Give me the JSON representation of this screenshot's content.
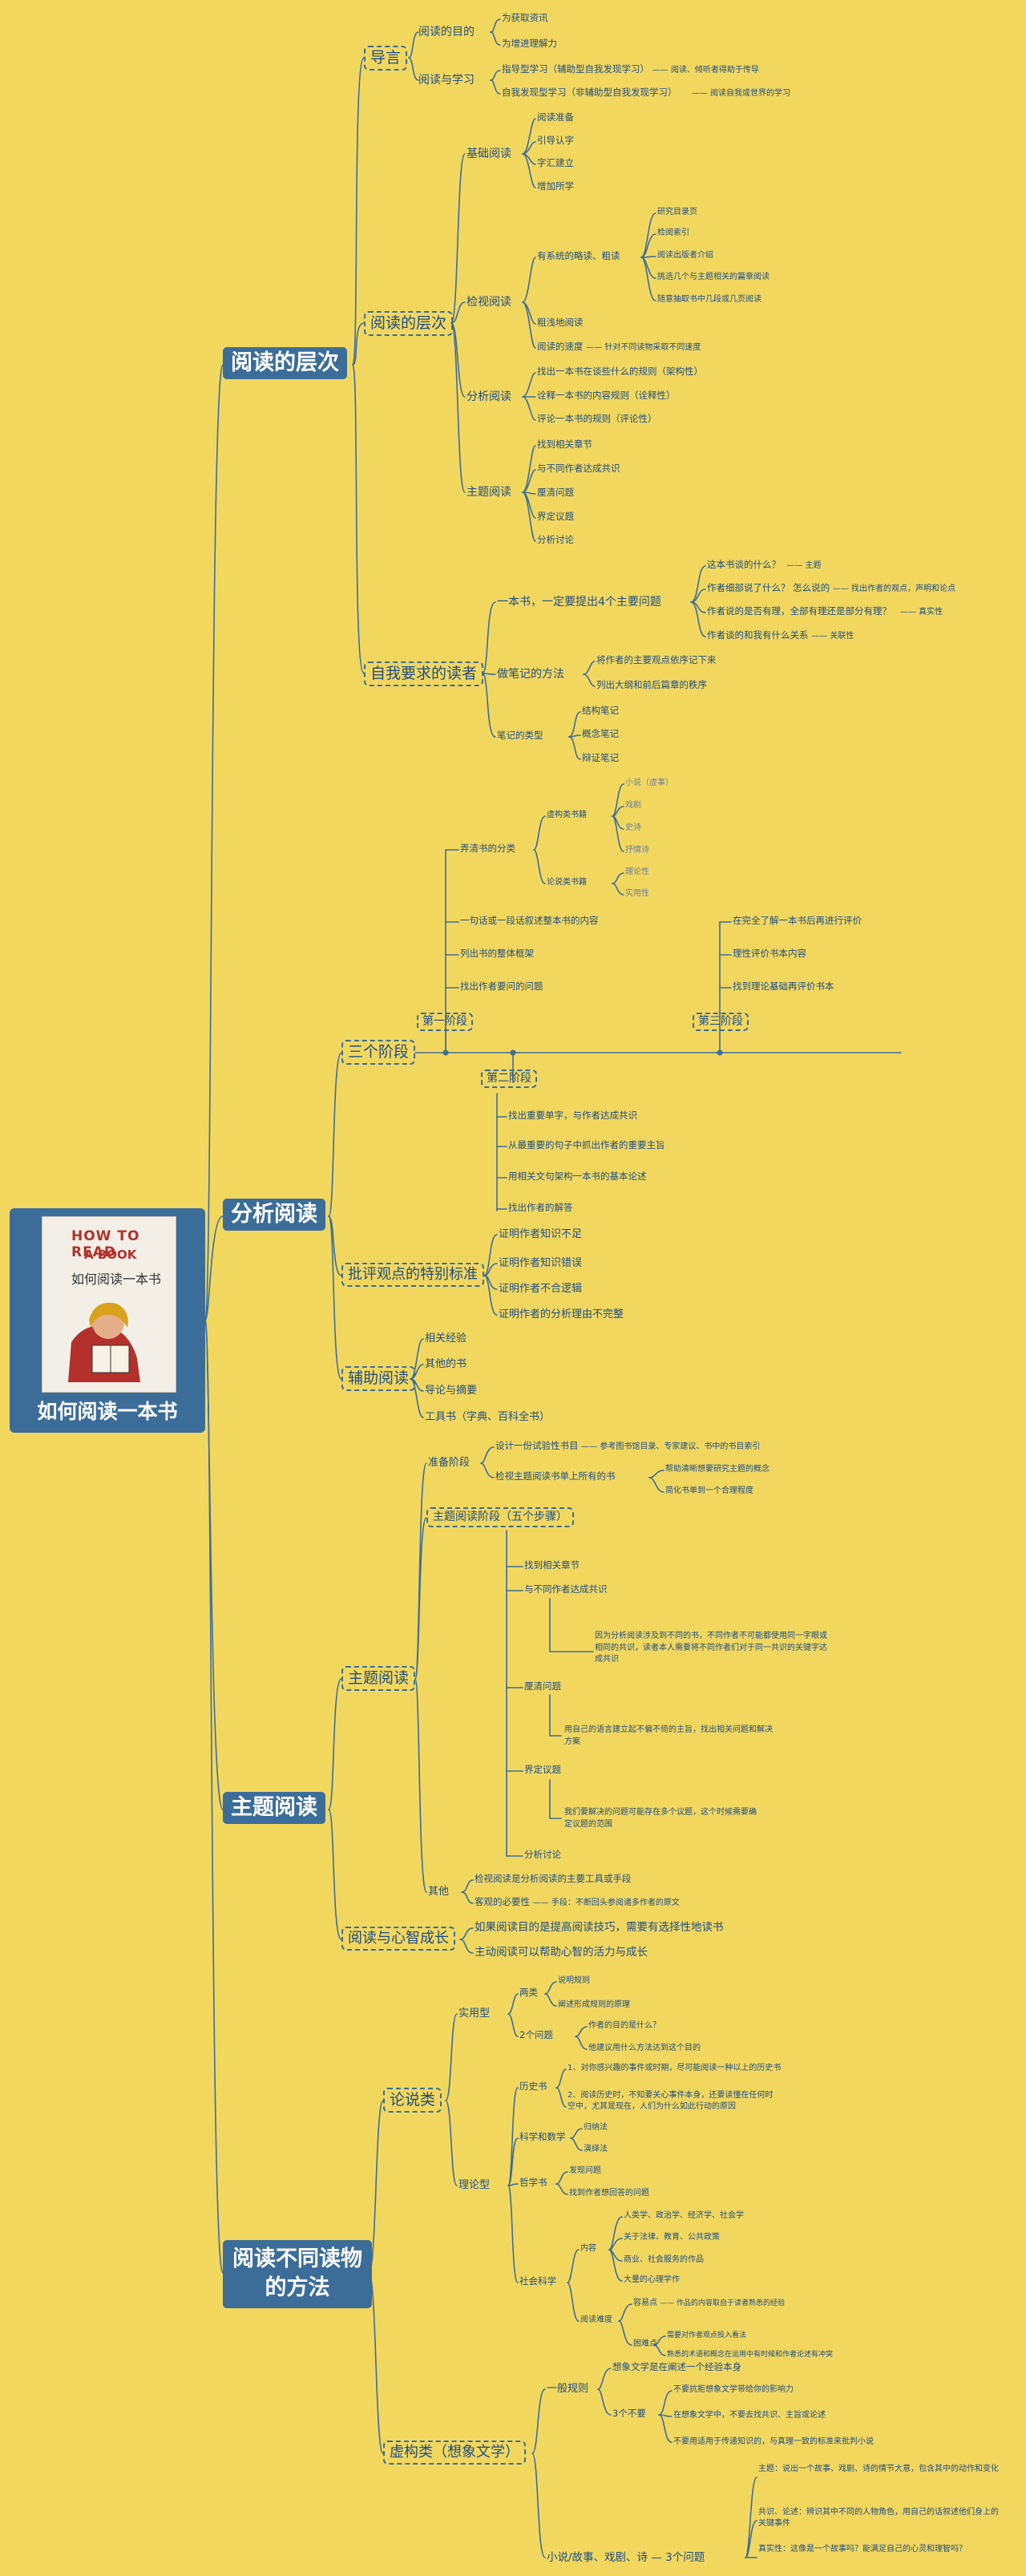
{
  "root": {
    "title": "如何阅读一本书",
    "cover_title_en_1": "HOW TO READ",
    "cover_title_en_2": "A BOOK",
    "cover_title_zh": "如何阅读一本书"
  },
  "colors": {
    "background": "#f2d75f",
    "node_fill": "#3c6d99",
    "line": "#3c6d99",
    "text": "#1d4d86"
  },
  "s1": {
    "title": "阅读的层次",
    "daoyan": "导言",
    "mudi": "阅读的目的",
    "mudi_1": "为获取资讯",
    "mudi_2": "为增进理解力",
    "xuexi": "阅读与学习",
    "xuexi_1": "指导型学习（辅助型自我发现学习）",
    "xuexi_1n": "—— 阅读、倾听者得助于传导",
    "xuexi_2": "自我发现型学习（非辅助型自我发现学习）",
    "xuexi_2n": "—— 阅读自我或世界的学习",
    "cengci": "阅读的层次",
    "jichu": "基础阅读",
    "jichu_1": "阅读准备",
    "jichu_2": "引导认字",
    "jichu_3": "字汇建立",
    "jichu_4": "增加所学",
    "jianshi": "检视阅读",
    "xitong": "有系统的略读、粗读",
    "xitong_1": "研究目录页",
    "xitong_2": "检阅索引",
    "xitong_3": "阅读出版者介绍",
    "xitong_4": "挑选几个与主题相关的篇章阅读",
    "xitong_5": "随意抽取书中几段或几页阅读",
    "culue": "粗浅地阅读",
    "sudu": "阅读的速度",
    "sudu_n": "—— 针对不同读物采取不同速度",
    "fenxi": "分析阅读",
    "fenxi_1": "找出一本书在谈些什么的规则（架构性）",
    "fenxi_2": "诠释一本书的内容规则（诠释性）",
    "fenxi_3": "评论一本书的规则（评论性）",
    "zhuti": "主题阅读",
    "zhuti_1": "找到相关章节",
    "zhuti_2": "与不同作者达成共识",
    "zhuti_3": "厘清问题",
    "zhuti_4": "界定议题",
    "zhuti_5": "分析讨论",
    "ziwo": "自我要求的读者",
    "wenti": "一本书，一定要提出4个主要问题",
    "wenti_1": "这本书谈的什么？",
    "wenti_1n": "—— 主题",
    "wenti_2": "作者细部说了什么？ 怎么说的",
    "wenti_2n": "—— 找出作者的观点，声明和论点",
    "wenti_3": "作者说的是否有理，全部有理还是部分有理？",
    "wenti_3n": "—— 真实性",
    "wenti_4": "作者谈的和我有什么关系",
    "wenti_4n": "—— 关联性",
    "biji": "做笔记的方法",
    "biji_1": "将作者的主要观点依序记下来",
    "biji_2": "列出大纲和前后篇章的秩序",
    "leixing": "笔记的类型",
    "leixing_1": "结构笔记",
    "leixing_2": "概念笔记",
    "leixing_3": "辩证笔记"
  },
  "s2": {
    "title": "分析阅读",
    "sange": "三个阶段",
    "stage1": "第一阶段",
    "stage2": "第二阶段",
    "stage3": "第三阶段",
    "fenlei": "弄清书的分类",
    "xugou": "虚构类书籍",
    "xugou_1": "小说（虚事）",
    "xugou_2": "戏剧",
    "xugou_3": "史诗",
    "xugou_4": "抒情诗",
    "lunshuo": "论说类书籍",
    "lunshuo_1": "理论性",
    "lunshuo_2": "实用性",
    "s1_2": "一句话或一段话叙述整本书的内容",
    "s1_3": "列出书的整体框架",
    "s1_4": "找出作者要问的问题",
    "s3_1": "在完全了解一本书后再进行评价",
    "s3_2": "理性评价书本内容",
    "s3_3": "找到理论基础再评价书本",
    "s2_1": "找出重要单字，与作者达成共识",
    "s2_2": "从最重要的句子中抓出作者的重要主旨",
    "s2_3": "用相关文句架构一本书的基本论述",
    "s2_4": "找出作者的解答",
    "pipan": "批评观点的特别标准",
    "pipan_1": "证明作者知识不足",
    "pipan_2": "证明作者知识错误",
    "pipan_3": "证明作者不合逻辑",
    "pipan_4": "证明作者的分析理由不完整",
    "fuzhu": "辅助阅读",
    "fuzhu_1": "相关经验",
    "fuzhu_2": "其他的书",
    "fuzhu_3": "导论与摘要",
    "fuzhu_4": "工具书（字典、百科全书）"
  },
  "s3": {
    "title": "主题阅读",
    "zhuti": "主题阅读",
    "zhunbei": "准备阶段",
    "zhunbei_1": "设计一份试验性书目",
    "zhunbei_1n": "—— 参考图书馆目录、专家建议、书中的书目索引",
    "zhunbei_2": "检视主题阅读书单上所有的书",
    "zhunbei_2a": "帮助清晰想要研究主题的概念",
    "zhunbei_2b": "简化书单到一个合理程度",
    "wubu": "主题阅读阶段（五个步骤）",
    "b1": "找到相关章节",
    "b2": "与不同作者达成共识",
    "b2n": "因为分析阅读涉及到不同的书，不同作者不可能都使用同一字眼或相同的共识，读者本人需要将不同作者们对于同一共识的关键字达成共识",
    "b3": "厘清问题",
    "b3n": "用自己的语言建立起不偏不倚的主旨，找出相关问题和解决方案",
    "b4": "界定议题",
    "b4n": "我们要解决的问题可能存在多个议题，这个时候需要确定议题的范围",
    "b5": "分析讨论",
    "qita": "其他",
    "qita_1": "检视阅读是分析阅读的主要工具或手段",
    "qita_2": "客观的必要性",
    "qita_2n": "—— 手段：不断回头参阅诸多作者的原文",
    "chengzhang": "阅读与心智成长",
    "cz_1": "如果阅读目的是提高阅读技巧，需要有选择性地读书",
    "cz_2": "主动阅读可以帮助心智的活力与成长"
  },
  "s4": {
    "title_1": "阅读不同读物",
    "title_2": "的方法",
    "lunshuo": "论说类",
    "shiyong": "实用型",
    "liangji": "两类",
    "liangji_1": "说明规则",
    "liangji_2": "阐述形成规则的原理",
    "liangge": "2个问题",
    "liangge_1": "作者的目的是什么？",
    "liangge_2": "他建议用什么方法达到这个目的",
    "lilun": "理论型",
    "lishi": "历史书",
    "lishi_1": "1、对你感兴趣的事件或时期，尽可能阅读一种以上的历史书",
    "lishi_2": "2、阅读历史时，不知要关心事件本身，还要读懂在任何时空中，尤其是现在，人们为什么如此行动的原因",
    "kexue": "科学和数学",
    "kexue_1": "归纳法",
    "kexue_2": "演绎法",
    "zhexue": "哲学书",
    "zhexue_1": "发现问题",
    "zhexue_2": "找到作者想回答的问题",
    "shehui": "社会科学",
    "neirong": "内容",
    "neirong_1": "人类学、政治学、经济学、社会学",
    "neirong_2": "关于法律、教育、公共政策",
    "neirong_3": "商业、社会服务的作品",
    "neirong_4": "大量的心理学作",
    "nandu": "阅读难度",
    "rongyi": "容易点",
    "rongyi_n": "—— 作品的内容取自于读者熟悉的经验",
    "kunnan": "困难点",
    "kunnan_1": "需要对作者观点投入看法",
    "kunnan_2": "熟悉的术语和概念在运用中有时候和作者论述有冲突",
    "xugou": "虚构类（想象文学）",
    "yiban": "一般规则",
    "yiban_1": "想象文学是在阐述一个经验本身",
    "sange": "3个不要",
    "sange_1": "不要抗拒想象文学带给你的影响力",
    "sange_2": "在想象文学中，不要去找共识、主旨或论述",
    "sange_3": "不要用适用于传递知识的，与真理一致的标准来批判小说",
    "xiaoshuo": "小说/故事、戏剧、诗 — 3个问题",
    "xs_1": "主题：说出一个故事、戏剧、诗的情节大意，包含其中的动作和变化",
    "xs_2": "共识、论述：辨识其中不同的人物角色，用自己的话叙述他们身上的关键事件",
    "xs_3": "真实性：这像是一个故事吗？能满足自己的心灵和理智吗？"
  }
}
